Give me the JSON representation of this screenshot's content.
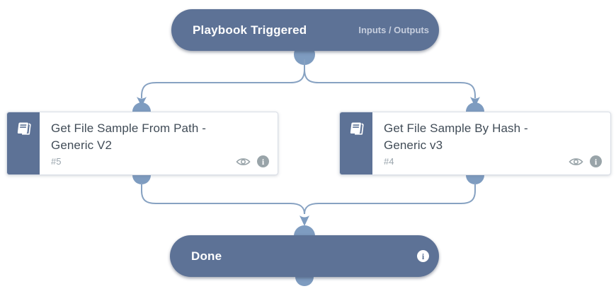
{
  "colors": {
    "canvas_bg": "#ffffff",
    "node_fill": "#5d7296",
    "connector_line": "#87a2c2",
    "connector_dot": "#7e9cc0",
    "card_border": "#d9dee6",
    "card_title_text": "#414c57",
    "muted_text": "#9aa5ad",
    "icon_gray": "#99a4a9",
    "trigger_link_text": "#c6cede"
  },
  "glyphs": {
    "info": "i"
  },
  "nodes": {
    "trigger": {
      "title": "Playbook Triggered",
      "io_link": "Inputs / Outputs"
    },
    "task_from_path": {
      "title": "Get File Sample From Path - Generic V2",
      "task_id": "#5"
    },
    "task_by_hash": {
      "title": "Get File Sample By Hash - Generic v3",
      "task_id": "#4"
    },
    "done": {
      "title": "Done"
    }
  }
}
